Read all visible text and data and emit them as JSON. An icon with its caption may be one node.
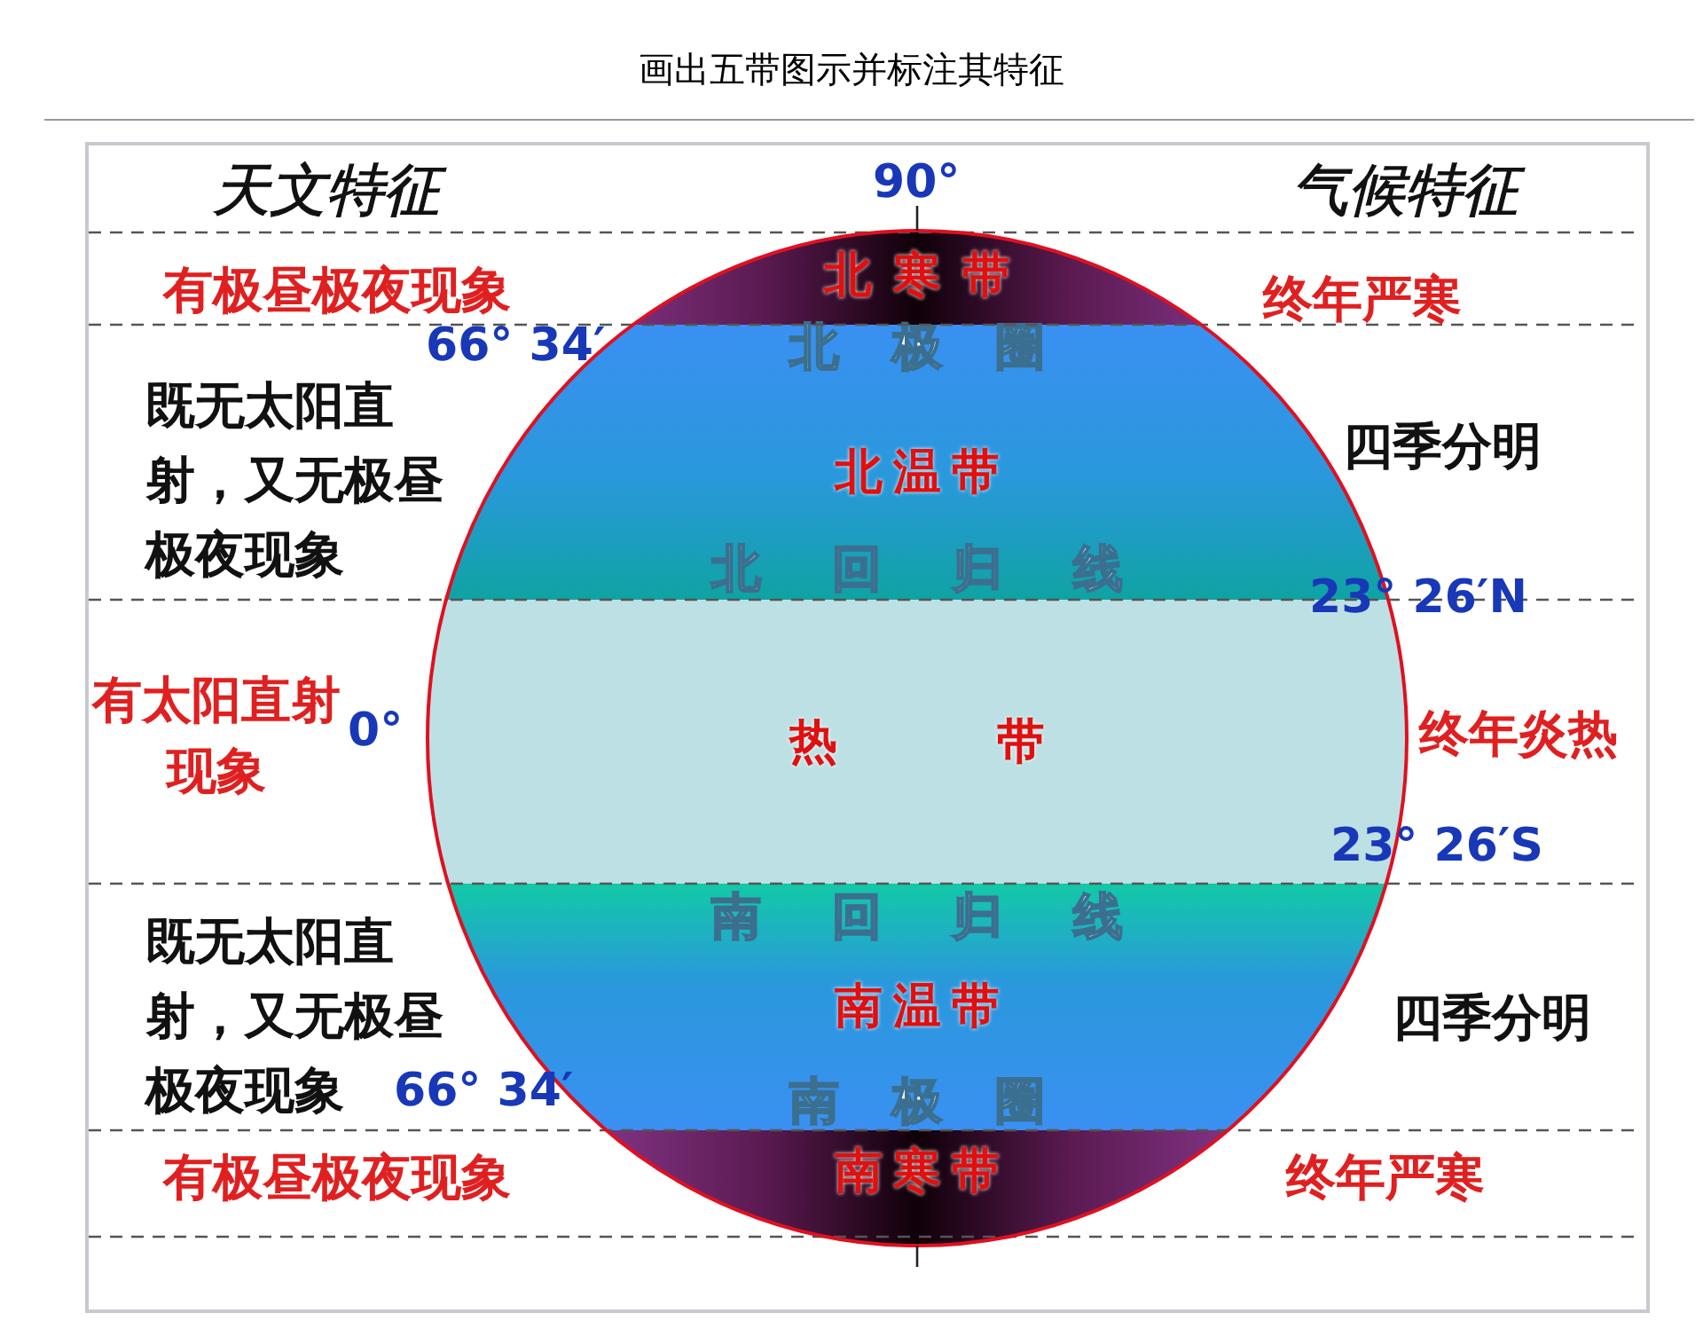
{
  "diagram": {
    "title": "画出五带图示并标注其特征",
    "nodes": [
      {
        "text": [
          "北寒带"
        ]
      },
      {
        "text": [
          "北极圈",
          "北温带",
          "北回归线"
        ]
      },
      {
        "text": [
          "热带"
        ]
      },
      {
        "text": [
          "南回归线",
          "南温带",
          "南极圈"
        ]
      },
      {
        "text": [
          "南寒带"
        ]
      }
    ],
    "labels": [
      "天文特征",
      "90°",
      "气候特征",
      "有极昼极夜现象",
      "终年严寒",
      "66° 34′",
      "既无太阳直射，又无极昼极夜现象",
      "四季分明",
      "23° 26′N",
      "有太阳直射现象",
      "0°",
      "终年炎热",
      "23° 26′S",
      "既无太阳直射，又无极昼极夜现象",
      "四季分明",
      "66° 34′",
      "有极昼极夜现象",
      "终年严寒"
    ]
  }
}
